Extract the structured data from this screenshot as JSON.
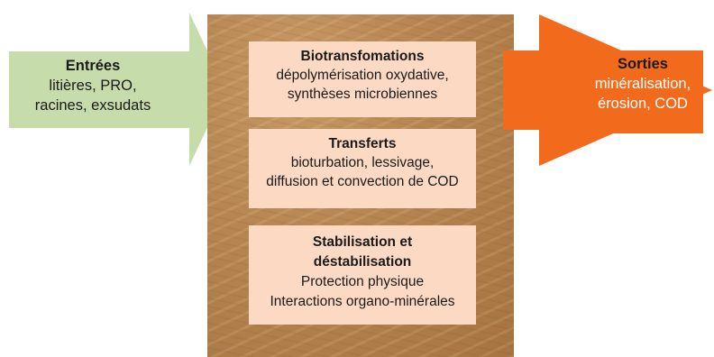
{
  "inputs": {
    "title": "Entrées",
    "line1": "litières, PRO,",
    "line2": "racines, exsudats"
  },
  "outputs": {
    "title": "Sorties",
    "line1": "minéralisation,",
    "line2": "érosion, COD"
  },
  "processes": [
    {
      "title": "Biotransfomations",
      "line1": "dépolymérisation oxydative,",
      "line2": "synthèses microbiennes"
    },
    {
      "title": "Transferts",
      "line1": "bioturbation, lessivage,",
      "line2": "diffusion et convection de COD"
    },
    {
      "title1": "Stabilisation et",
      "title2": "déstabilisation",
      "line1": "Protection physique",
      "line2": "Interactions organo-minérales"
    }
  ],
  "colors": {
    "input_arrow": "#c6dcab",
    "output_arrow": "#f26b1d",
    "process_box": "#fbd9c2"
  }
}
